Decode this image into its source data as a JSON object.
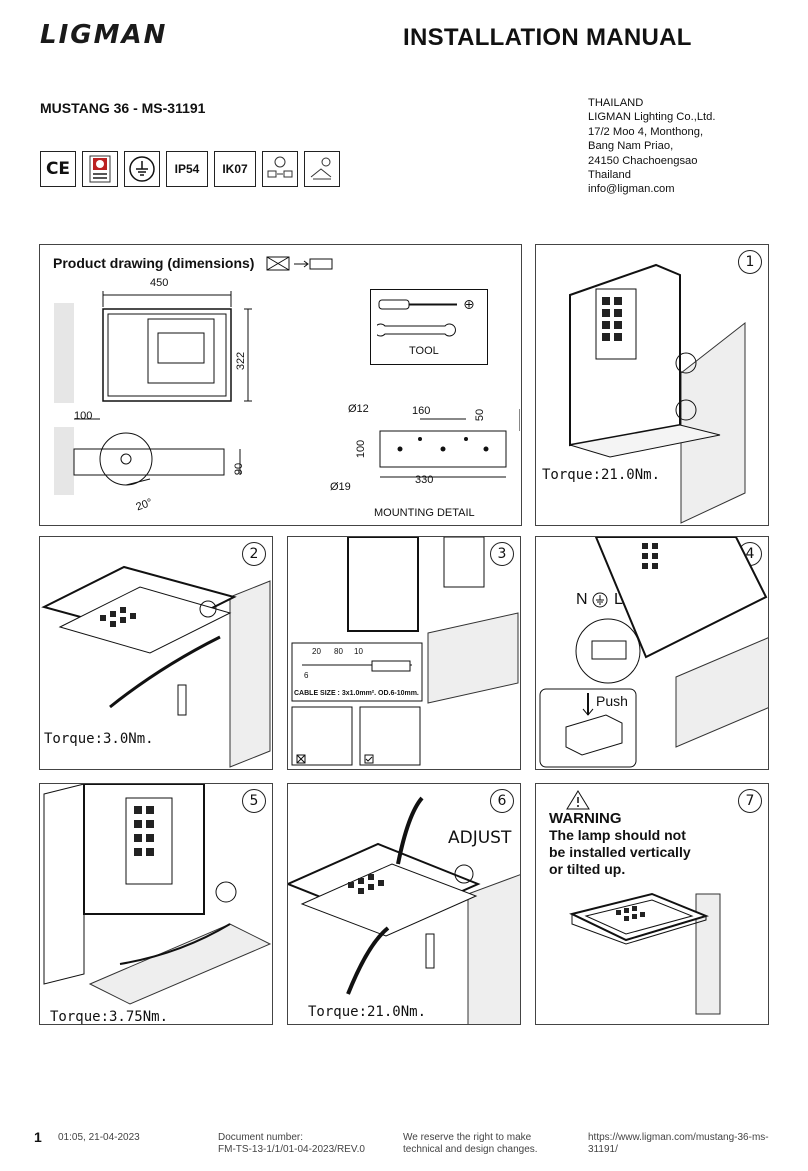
{
  "header": {
    "logo_text": "LIGMAN",
    "document_title": "INSTALLATION MANUAL",
    "product_name": "MUSTANG 36 - MS-31191"
  },
  "address": {
    "lines": [
      "THAILAND",
      "LIGMAN Lighting Co.,Ltd.",
      "17/2 Moo 4, Monthong,",
      "Bang Nam Priao,",
      "24150 Chachoengsao",
      "Thailand",
      "info@ligman.com"
    ]
  },
  "certifications": [
    {
      "label": "CE",
      "icon": "ce-mark-icon"
    },
    {
      "label": "",
      "icon": "fire-safety-icon"
    },
    {
      "label": "",
      "icon": "ground-class-icon"
    },
    {
      "label": "IP54",
      "icon": "ip-rating"
    },
    {
      "label": "IK07",
      "icon": "ik-rating"
    },
    {
      "label": "",
      "icon": "no-pollution-icon"
    },
    {
      "label": "",
      "icon": "recycle-icon"
    }
  ],
  "product_drawing": {
    "title": "Product drawing (dimensions)",
    "width_dim": "450",
    "height_dim": "322",
    "side_dim_left": "100",
    "side_dim_height": "90",
    "angle": "20°",
    "tool_label": "TOOL",
    "mounting": {
      "label": "MOUNTING DETAIL",
      "hole_small": "Ø12",
      "hole_large": "Ø19",
      "spacing_top": "160",
      "spacing_total": "330",
      "side_right": "50",
      "side_left": "100"
    }
  },
  "steps": [
    {
      "number": "1",
      "torque": "Torque:21.0Nm."
    },
    {
      "number": "2",
      "torque": "Torque:3.0Nm."
    },
    {
      "number": "3",
      "cable_dims": [
        "20",
        "80",
        "10"
      ],
      "cable_inner": "6",
      "cable_size": "CABLE SIZE : 3x1.0mm². OD.6-10mm."
    },
    {
      "number": "4",
      "wiring": [
        "N",
        "L"
      ],
      "push_label": "Push"
    },
    {
      "number": "5",
      "torque": "Torque:3.75Nm."
    },
    {
      "number": "6",
      "adjust_label": "ADJUST",
      "torque": "Torque:21.0Nm."
    },
    {
      "number": "7",
      "warning_title": "WARNING",
      "warning_text": [
        "The lamp should not",
        "be installed vertically",
        "or tilted up."
      ]
    }
  ],
  "footer": {
    "page_number": "1",
    "timestamp": "01:05, 21-04-2023",
    "doc_number_label": "Document number:",
    "doc_number": "FM-TS-13-1/1/01-04-2023/REV.0",
    "disclaimer_1": "We reserve the right to make",
    "disclaimer_2": "technical and design changes.",
    "url_1": "https://www.ligman.com/mustang-36-ms-",
    "url_2": "31191/"
  }
}
